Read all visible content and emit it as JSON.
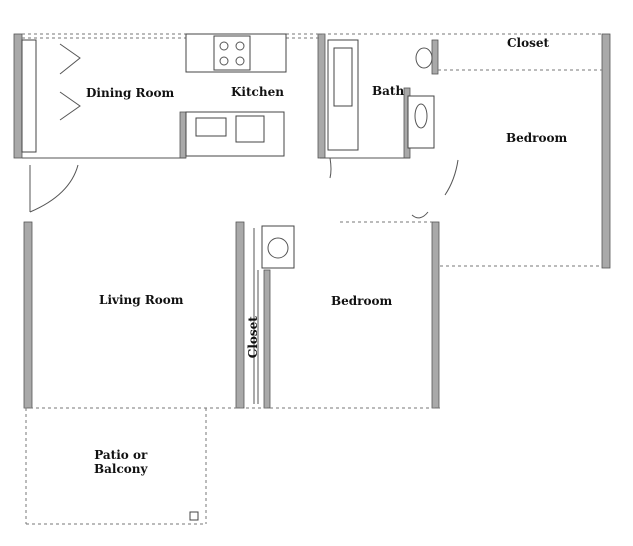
{
  "rooms": {
    "dining_room": "Dining Room",
    "kitchen": "Kitchen",
    "bath": "Bath",
    "closet_top": "Closet",
    "bedroom_right": "Bedroom",
    "living_room": "Living Room",
    "bedroom_center": "Bedroom",
    "closet_center": "Closet",
    "patio_line1": "Patio or",
    "patio_line2": "Balcony"
  }
}
